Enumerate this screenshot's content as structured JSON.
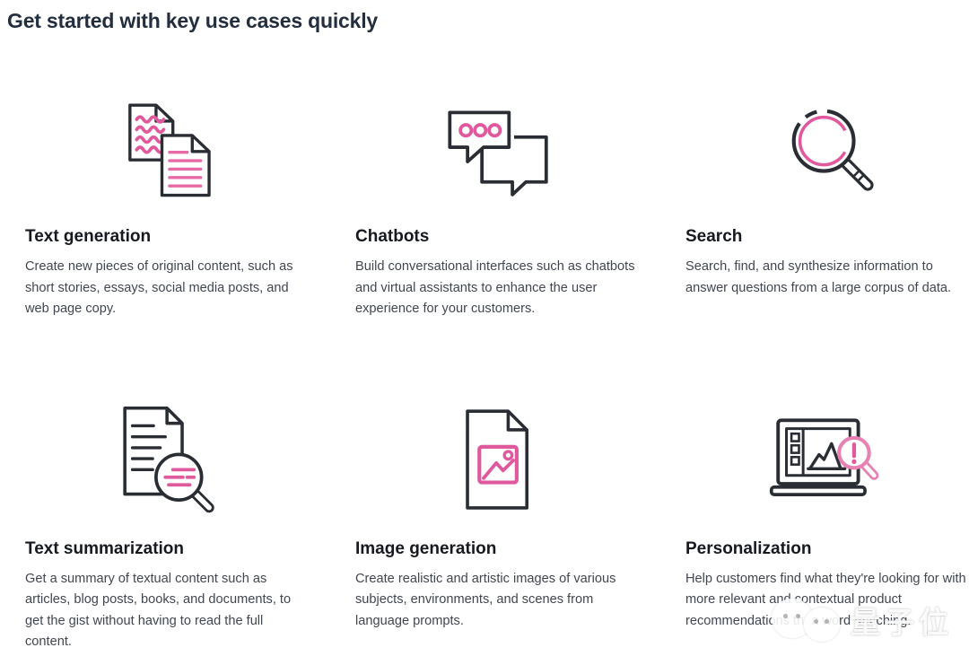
{
  "page": {
    "title": "Get started with key use cases quickly"
  },
  "colors": {
    "heading": "#232f3e",
    "card_title": "#16191f",
    "body_text": "#414650",
    "icon_dark": "#2a2e34",
    "icon_pink": "#e0599c",
    "background": "#ffffff"
  },
  "cards": [
    {
      "id": "text-generation",
      "icon": "documents-icon",
      "title": "Text generation",
      "description": "Create new pieces of original content, such as short stories, essays, social media posts, and web page copy."
    },
    {
      "id": "chatbots",
      "icon": "chat-bubbles-icon",
      "title": "Chatbots",
      "description": "Build conversational interfaces such as chatbots and virtual assistants to enhance the user experience for your customers."
    },
    {
      "id": "search",
      "icon": "magnifier-icon",
      "title": "Search",
      "description": "Search, find, and synthesize information to answer questions from a large corpus of data."
    },
    {
      "id": "text-summarization",
      "icon": "document-magnifier-icon",
      "title": "Text summarization",
      "description": "Get a summary of textual content such as articles, blog posts, books, and documents, to get the gist without having to read the full content."
    },
    {
      "id": "image-generation",
      "icon": "document-image-icon",
      "title": "Image generation",
      "description": "Create realistic and artistic images of various subjects, environments, and scenes from language prompts."
    },
    {
      "id": "personalization",
      "icon": "laptop-chart-alert-icon",
      "title": "Personalization",
      "description": "Help customers find what they're looking for with more relevant and contextual product recommendations than word matching."
    }
  ],
  "watermark": {
    "text": "量子位"
  }
}
